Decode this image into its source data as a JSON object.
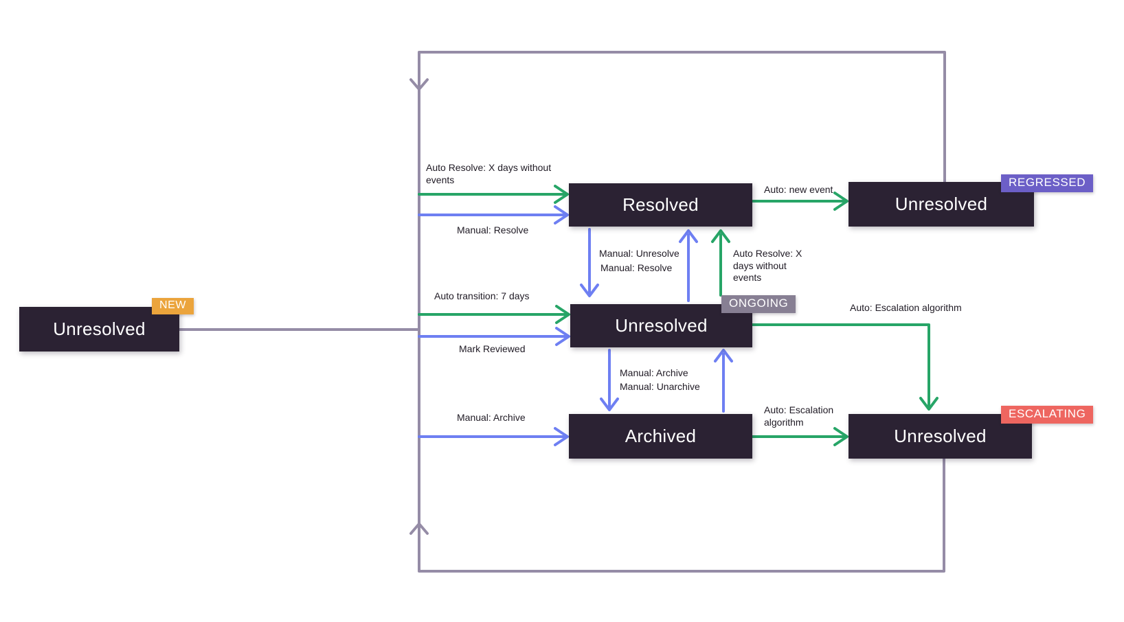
{
  "colors": {
    "box_bg": "#2b2233",
    "box_text": "#ffffff",
    "label_text": "#1f1a24",
    "green": "#27a567",
    "blue": "#6e7ff2",
    "loop": "#958ca6",
    "badge_new": "#eba43c",
    "badge_regressed": "#6c5fc7",
    "badge_ongoing": "#877f93",
    "badge_escalating": "#ee6660",
    "badge_text": "#ffffff"
  },
  "states": {
    "new": {
      "label": "Unresolved",
      "badge": "NEW"
    },
    "resolved": {
      "label": "Resolved"
    },
    "regressed": {
      "label": "Unresolved",
      "badge": "REGRESSED"
    },
    "ongoing": {
      "label": "Unresolved",
      "badge": "ONGOING"
    },
    "archived": {
      "label": "Archived"
    },
    "escalating": {
      "label": "Unresolved",
      "badge": "ESCALATING"
    }
  },
  "transitions": {
    "auto_resolve_to_resolved": "Auto Resolve: X days without events",
    "manual_resolve_to_resolved": "Manual: Resolve",
    "auto_new_event": "Auto: new event",
    "manual_unresolve": "Manual: Unresolve",
    "manual_resolve_inner": "Manual: Resolve",
    "auto_resolve_from_ongoing": "Auto Resolve: X days without events",
    "auto_transition_7_days": "Auto transition: 7 days",
    "mark_reviewed": "Mark Reviewed",
    "auto_escalation_from_ongoing": "Auto: Escalation algorithm",
    "manual_archive_inner": "Manual: Archive",
    "manual_unarchive": "Manual: Unarchive",
    "manual_archive_from_new": "Manual: Archive",
    "auto_escalation_from_archived": "Auto: Escalation algorithm"
  }
}
